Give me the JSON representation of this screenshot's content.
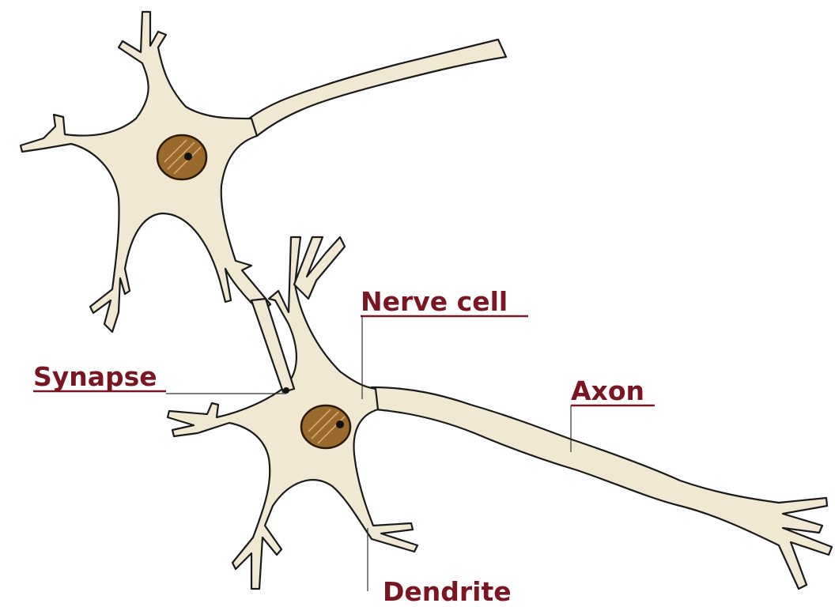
{
  "labels": {
    "nerve_cell": "Nerve cell",
    "synapse": "Synapse",
    "axon": "Axon",
    "dendrite": "Dendrite"
  },
  "colors": {
    "cell_fill": "#f0e8d2",
    "outline": "#1a1a1a",
    "nucleus": "#9a6a2c",
    "label_text": "#7a1622"
  }
}
